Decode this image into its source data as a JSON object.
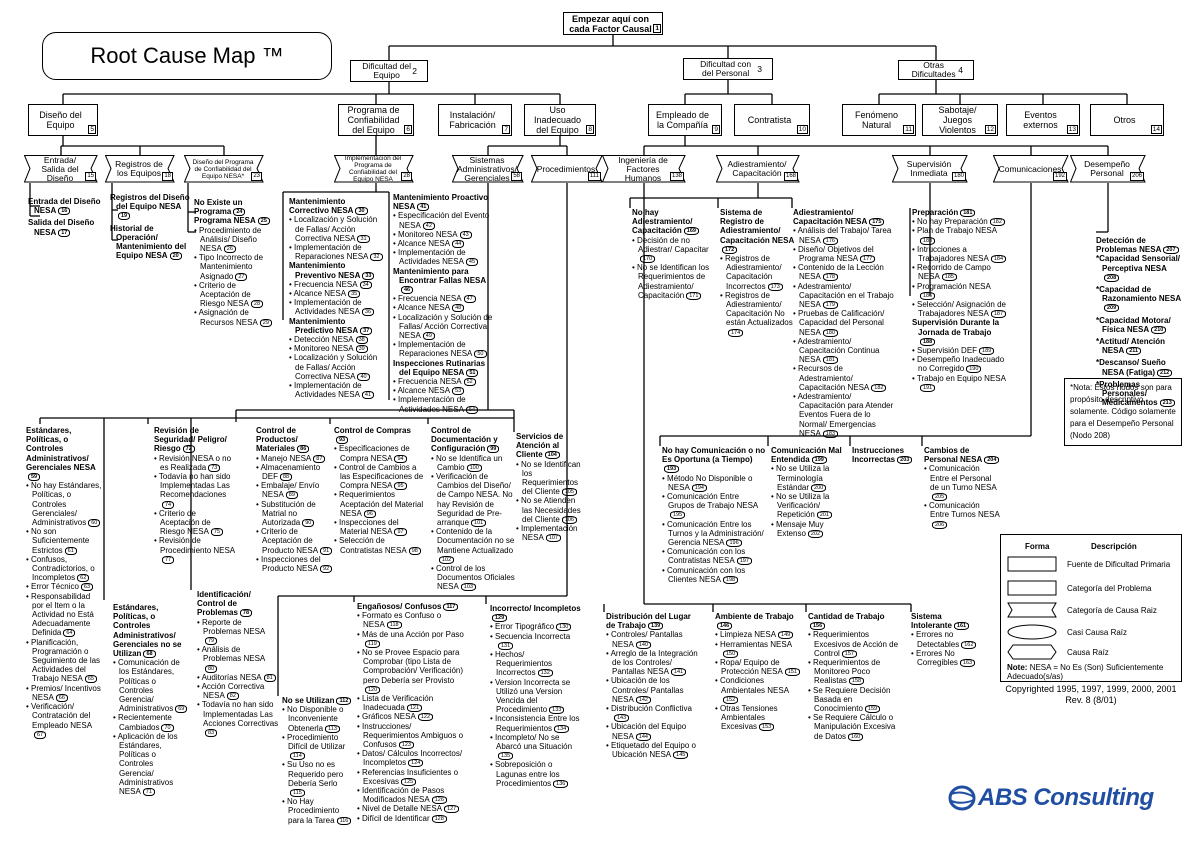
{
  "title": "Root Cause Map ™",
  "start": {
    "label": "Empezar aquí con cada Factor Causal",
    "num": "1"
  },
  "level1": [
    {
      "label": "Dificultad del Equipo",
      "num": "2"
    },
    {
      "label": "Dificultad con del Personal",
      "num": "3"
    },
    {
      "label": "Otras Dificultades",
      "num": "4"
    }
  ],
  "level2": [
    {
      "label": "Diseño del Equipo",
      "num": "5"
    },
    {
      "label": "Programa de Confiabilidad del Equipo",
      "num": "6"
    },
    {
      "label": "Instalación/ Fabricación",
      "num": "7"
    },
    {
      "label": "Uso Inadecuado del Equipo",
      "num": "8"
    },
    {
      "label": "Empleado de la Compañía",
      "num": "9"
    },
    {
      "label": "Contratista",
      "num": "10"
    },
    {
      "label": "Fenómeno Natural",
      "num": "11"
    },
    {
      "label": "Sabotaje/ Juegos Violentos",
      "num": "12"
    },
    {
      "label": "Eventos externos",
      "num": "13"
    },
    {
      "label": "Otros",
      "num": "14"
    }
  ],
  "level3": [
    {
      "label": "Entrada/ Salida del Diseño",
      "num": "15"
    },
    {
      "label": "Registros de los Equipos",
      "num": "18"
    },
    {
      "label": "Diseño del Programa de Confiabilidad del Equipo NESA*",
      "num": "23"
    },
    {
      "label": "Implementación del Programa de Confiabilidad del Equipo NESA",
      "num": "28"
    },
    {
      "label": "Sistemas Administrativos/ Gerenciales",
      "num": "58"
    },
    {
      "label": "Procedimientos",
      "num": "111"
    },
    {
      "label": "Ingeniería de Factores Humanos",
      "num": "138"
    },
    {
      "label": "Adiestramiento/ Capacitación",
      "num": "168"
    },
    {
      "label": "Supervisión Inmediata",
      "num": "180"
    },
    {
      "label": "Comunicaciones",
      "num": "192"
    },
    {
      "label": "Desempeño Personal",
      "num": "206"
    }
  ],
  "columns": [
    {
      "head": "",
      "items": [
        "Entrada del Diseño NESA|16",
        "Salida del Diseño NESA|17"
      ],
      "bold": true
    },
    {
      "head": "",
      "items": [
        "Registros del Diseño del Equipo NESA|19",
        "Historial de Operación/ Mantenimiento del Equipo NESA|20"
      ],
      "bold": true
    },
    {
      "head": "No Existe un Programa|24",
      "items": [
        "Programa NESA|25",
        "• Procedimiento de Análisis/ Diseño NESA|26",
        "• Tipo Incorrecto de Mantenimiento Asignado|27",
        "• Criterio de Aceptación de Riesgo NESA|28",
        "• Asignación de Recursos NESA|29"
      ]
    },
    {
      "head": "Mantenimiento Correctivo NESA|30",
      "items": [
        "• Localización y Solución de Fallas/ Acción Correctiva NESA|31",
        "• Implementación de Reparaciones NESA|32",
        "Mantenimiento Preventivo NESA|33",
        "• Frecuencia NESA|34",
        "• Alcance NESA|35",
        "• Implementación de Actividades NESA|36",
        "Mantenimiento Predictivo NESA|37",
        "• Detección NESA|38",
        "• Monitoreo NESA|39",
        "• Localización y Solución de Fallas/ Acción Correctiva NESA|40",
        "• Implementación de Actividades NESA|41"
      ]
    },
    {
      "head": "Mantenimiento Proactivo NESA|41",
      "items": [
        "• Especificación del Evento NESA|42",
        "• Monitoreo NESA|43",
        "• Alcance NESA|44",
        "• Implementación de Actividades NESA|45",
        "Mantenimiento para Encontrar Fallas NESA|46",
        "• Frecuencia NESA|47",
        "• Alcance NESA|48",
        "• Localización y Solución de Fallas/ Acción Correctiva NESA|49",
        "• Implementación de Reparaciones NESA|50",
        "Inspecciones Rutinarias del Equipo NESA|51",
        "• Frecuencia NESA|52",
        "• Alcance NESA|53",
        "• Implementación de Actividades NESA|54"
      ]
    },
    {
      "head": "No hay Adiestramiento/ Capacitación|169",
      "items": [
        "• Decisión de no Adiestrar/ Capacitar|170",
        "• No se Identifican los Requerimientos de Adiestramiento/ Capacitación|171"
      ]
    },
    {
      "head": "Sistema de Registro de Adiestramiento/ Capacitación NESA|172",
      "items": [
        "• Registros de Adiestramiento/ Capacitación Incorrectos|173",
        "• Registros de Adiestramiento/ Capacitación No están Actualizados|174"
      ]
    },
    {
      "head": "Adiestramiento/ Capacitación NESA|175",
      "items": [
        "• Análisis del Trabajo/ Tarea NESA|176",
        "• Diseño/ Objetivos del Programa NESA|177",
        "• Contenido de la Lección NESA|178",
        "• Adestramiento/ Capacitación en el Trabajo NESA|179",
        "• Pruebas de Calificación/ Capacidad del Personal NESA|180",
        "• Adestramiento/ Capacitación Continua NESA|181",
        "• Recursos de Adestramiento/ Capacitación NESA|182",
        "• Adestramiento/ Capacitación para Atender Eventos Fuera de lo Normal/ Emergencias NESA|183"
      ]
    },
    {
      "head": "Preparación|181",
      "items": [
        "• No hay Preparación|182",
        "• Plan de Trabajo NESA|183",
        "• Intrucciones a Trabajadores NESA|184",
        "• Recorrido de Campo NESA|185",
        "• Programación NESA|186",
        "• Selección/ Asignación de Trabajadores NESA|187",
        "Supervisión Durante la Jornada de Trabajo|188",
        "• Supervisión DEF|189",
        "• Desempeño Inadecuado no Corregido|190",
        "• Trabajo en Equipo NESA|191"
      ]
    },
    {
      "head": "Detección de Problemas NESA|207",
      "items": [
        "*Capacidad Sensorial/ Perceptiva NESA|208",
        "*Capacidad de Razonamiento NESA|209",
        "*Capacidad Motora/ Física NESA|210",
        "*Actitud/ Atención NESA|211",
        "*Descanso/ Sueño NESA (Fatiga)|212",
        "*Problemas Personales/ Medicamentos|213"
      ],
      "bold": true
    },
    {
      "head": "Estándares, Políticas, o Controles Administrativos/ Gerenciales NESA|59",
      "items": [
        "• No hay Estándares, Políticas, o Controles Gerenciales/ Administrativos|60",
        "• No son Suficientemente Estrictos|61",
        "• Confusos, Contradictorios, o Incompletos|62",
        "• Error Técnico|63",
        "• Responsabilidad por el Item o la Actividad no Está Adecuadamente Definida|64",
        "• Planificación, Programación o Seguimiento de las Actividades del Trabajo NESA|65",
        "• Premios/ Incentivos NESA|66",
        "• Verificación/ Contratación del Empleado NESA|67"
      ]
    },
    {
      "head": "Revisión de Seguridad/ Peligro/ Riesgo|72",
      "items": [
        "• Revisión NESA o no es Realizada|73",
        "• Todavía no han sido Implementadas Las Recomendaciones|74",
        "• Criterio de Aceptación de Riesgo NESA|75",
        "• Revisión de Procedimiento NESA|77"
      ]
    },
    {
      "head": "Control de Productos/ Materiales|86",
      "items": [
        "• Manejo NESA|87",
        "• Almacenamiento DEF|88",
        "• Embalaje/ Envío NESA|89",
        "• Substitución de Matrial no Autorizada|90",
        "• Criterio de Aceptación de Producto NESA|91",
        "• Inspecciones del Producto NESA|92"
      ]
    },
    {
      "head": "Control de Compras|93",
      "items": [
        "• Especificaciones de Compra NESA|94",
        "• Control de Cambios a las Especificaciones de Compra NESA|95",
        "• Requerimientos Aceptación del Material NESA|96",
        "• Inspecciones del Material NESA|97",
        "• Selección de Contratistas NESA|98"
      ]
    },
    {
      "head": "Control de Documentación y Configuración|99",
      "items": [
        "• No se Identifica un Cambio|100",
        "• Verificación de Cambios del Diseño/ de Campo NESA. No hay Revisión de Seguridad de Pre-arranque|101",
        "• Contenido de la Documentación no se Mantiene Actualizado|102",
        "• Control de los Documentos Oficiales NESA|103"
      ]
    },
    {
      "head": "Servicios de Atención al Cliente|104",
      "items": [
        "• No se Identifican los Requerimientos del Cliente|105",
        "• No se Atienden las Necesidades del Cliente|106",
        "• Implementación NESA|107"
      ]
    },
    {
      "head": "No hay Comunicación o no Es Oportuna (a Tiempo)|193",
      "items": [
        "• Método No Disponible o NESA|194",
        "• Comunicación Entre Grupos de Trabajo NESA|195",
        "• Comunicación Entre los Turnos y la Administración/ Gerencia NESA|196",
        "• Comunicación con los Contratistas NESA|197",
        "• Comunicación con los Clientes NESA|198"
      ]
    },
    {
      "head": "Comunicación Mal Entendida|199",
      "items": [
        "• No se Utiliza la Terminología Estándar|200",
        "• No se Utiliza la Verificación/ Repetición|201",
        "• Mensaje Muy Extenso|202"
      ]
    },
    {
      "head": "Instrucciones Incorrectas|203",
      "items": []
    },
    {
      "head": "Cambios de Personal NESA|204",
      "items": [
        "• Comunicación Entre el Personal de un Turno NESA|205",
        "• Comunicación Entre Turnos NESA|206"
      ]
    },
    {
      "head": "Estándares, Políticas, o Controles Administrativos/ Gerenciales no se Utilizan|68",
      "items": [
        "• Comunicación de los Estándares, Políticas o Controles Gerencia/ Administrativos|69",
        "• Recientemente Cambiados|70",
        "• Aplicación de los Estándares, Políticas o Controles Gerencia/ Administrativos NESA|71"
      ]
    },
    {
      "head": "Identificación/ Control de Problemas|78",
      "items": [
        "• Reporte de Problemas NESA|79",
        "• Análisis de Problemas NESA|80",
        "• Auditorías NESA|81",
        "• Acción Correctiva NESA|82",
        "• Todavía no han sido Implementadas Las Acciones Correctivas|83"
      ]
    },
    {
      "head": "No se Utilizan|112",
      "items": [
        "• No Disponible o Inconveniente Obtenerla|113",
        "• Procedimiento Difícil de Utilizar|114",
        "• Su Uso no es Requerido pero Debería Serlo|115",
        "• No Hay Procedimiento para la Tarea|116"
      ]
    },
    {
      "head": "Engañosos/ Confusos|117",
      "items": [
        "• Formato es Confuso o NESA|118",
        "• Más de una Acción por Paso|119",
        "• No se Provee Espacio para Comprobar (tipo Lista de Comprobación/ Verificación) pero Debería ser Provisto|120",
        "• Lista de Verificación Inadecuada|121",
        "• Gráficos NESA|122",
        "• Instrucciones/ Requerimientos Ambiguos o Confusos|123",
        "• Datos/ Cálculos Incorrectos/ Incompletos|124",
        "• Referencias Insuficientes o Excesivas|125",
        "• Identificación de Pasos Modificados NESA|126",
        "• Nivel de Detalle NESA|127",
        "• Difícil de Identificar|128"
      ]
    },
    {
      "head": "Incorrecto/ Incompletos|129",
      "items": [
        "• Error Tipográfico|130",
        "• Secuencia Incorrecta|131",
        "• Hechos/ Requerimientos Incorrectos|132",
        "• Version Incorrecta se Utilizó una Version Vencida del Procedimiento|133",
        "• Inconsistencia Entre los Requerimientos|134",
        "• Incompleto/ No se Abarcó una Situación|135",
        "• Sobreposición o Lagunas entre los Procedimientos|136"
      ]
    },
    {
      "head": "Distribución del Lugar de Trabajo|139",
      "items": [
        "• Controles/ Pantallas NESA|140",
        "• Arreglo de la Integración de los Controles/ Pantallas NESA|141",
        "• Ubicación de los Controles/ Pantallas NESA|142",
        "• Distribución Conflictiva|143",
        "• Ubicación del Equipo NESA|144",
        "• Etiquetado del Equipo o Ubicación NESA|145"
      ]
    },
    {
      "head": "Ambiente de Trabajo|146",
      "items": [
        "• Limpieza NESA|149",
        "• Herramientas NESA|150",
        "• Ropa/ Equipo de Protección NESA|151",
        "• Condiciones Ambientales NESA|152",
        "• Otras Tensiones Ambientales Excesivas|153"
      ]
    },
    {
      "head": "Cantidad de Trabajo|156",
      "items": [
        "• Requerimientos Excesivos de Acción de Control|157",
        "• Requerimientos de Monitoreo Poco Realistas|158",
        "• Se Requiere Decisión Basada en Conocimiento|159",
        "• Se Requiere Cálculo o Manipulación Excesiva de Datos|160"
      ]
    },
    {
      "head": "Sistema Intolerante|161",
      "items": [
        "• Errores no Detectables|162",
        "• Errores No Corregibles|163"
      ]
    }
  ],
  "note": "*Nota: Estos nodos son para propósito descriptivo solamente. Código solamente para el Desempeño Personal (Nodo 208)",
  "legend": {
    "col1": "Forma",
    "col2": "Descripción",
    "rows": [
      "Fuente de Dificultad Primaria",
      "Categoría del Problema",
      "Categoría de Causa Raiz",
      "Casi Causa Raíz",
      "Causa Raíz"
    ],
    "footnote_label": "Note:",
    "footnote": "NESA = No Es (Son) Suficientemente Adecuado(s/as)"
  },
  "copyright": "Copyrighted 1995, 1997, 1999, 2000, 2001",
  "revision": "Rev. 8 (8/01)",
  "logo": "ABS Consulting"
}
